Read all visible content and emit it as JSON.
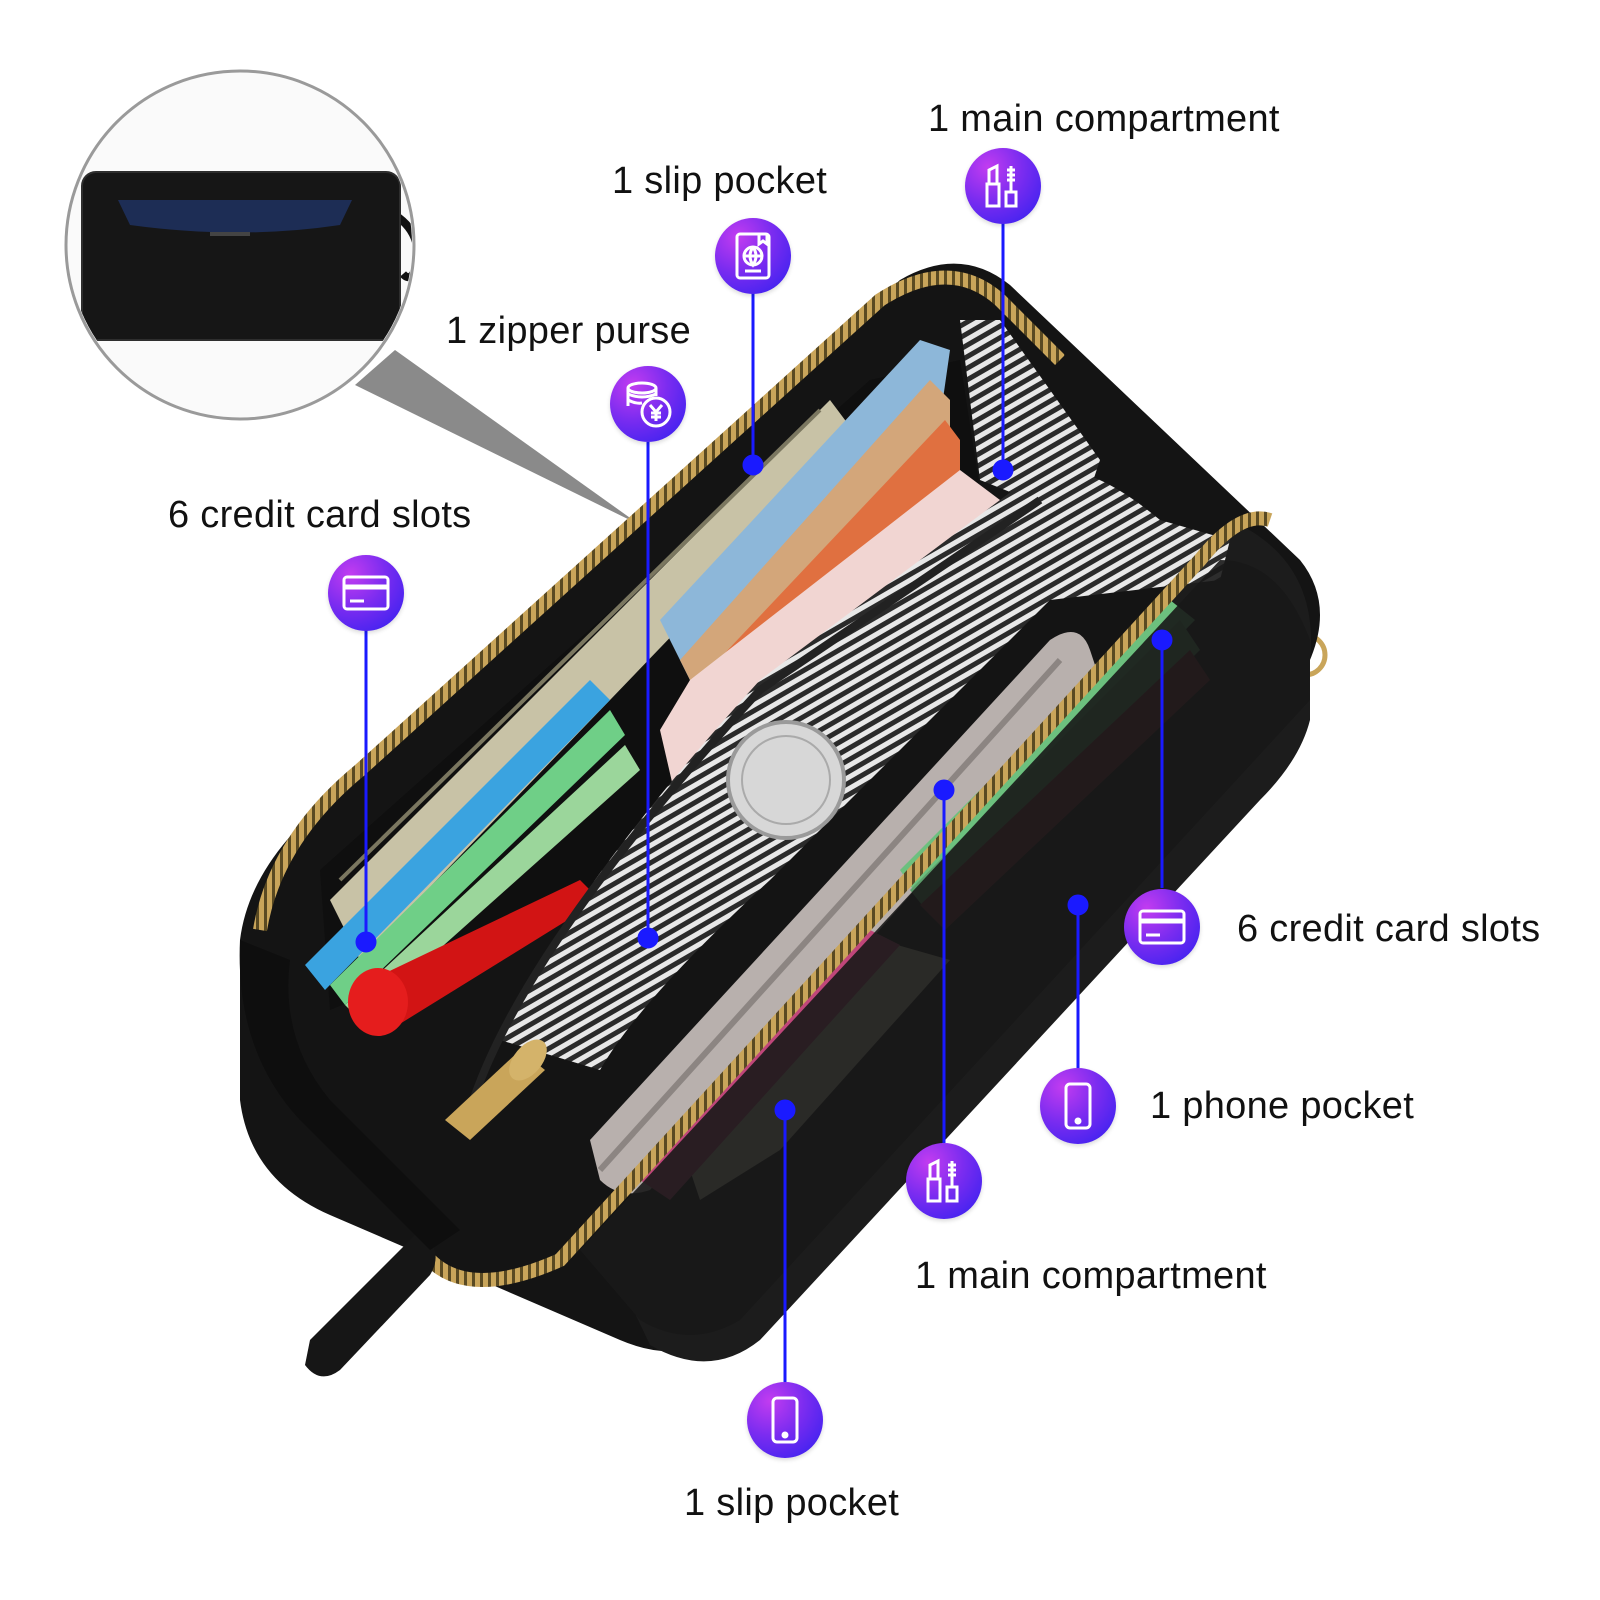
{
  "labels": {
    "main_compartment_top": "1 main compartment",
    "slip_pocket_top": "1 slip pocket",
    "zipper_purse": "1 zipper purse",
    "credit_card_slots_left": "6 credit card slots",
    "credit_card_slots_right": "6 credit card slots",
    "phone_pocket": "1 phone pocket",
    "main_compartment_bottom": "1 main compartment",
    "slip_pocket_bottom": "1 slip pocket"
  },
  "icons": {
    "main_compartment_top": "lipstick-mascara-icon",
    "slip_pocket_top": "passport-icon",
    "zipper_purse": "coins-yen-icon",
    "credit_card_slots_left": "credit-card-icon",
    "credit_card_slots_right": "credit-card-icon",
    "phone_pocket": "phone-icon",
    "main_compartment_bottom": "lipstick-mascara-icon",
    "slip_pocket_bottom": "phone-icon"
  },
  "colors": {
    "leader_line": "#1a1aff",
    "badge_start": "#c23cf0",
    "badge_end": "#2d1ff0",
    "wallet": "#141414",
    "zipper": "#c9a55a"
  }
}
